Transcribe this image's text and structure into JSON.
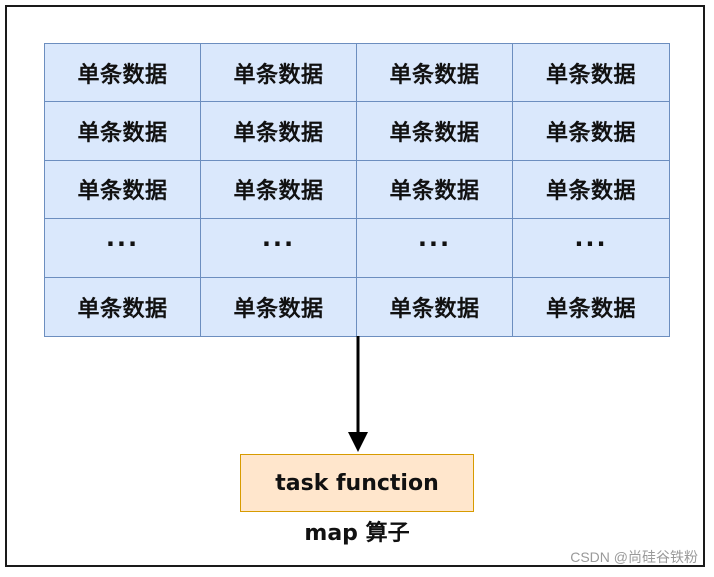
{
  "diagram": {
    "grid": {
      "rows": [
        [
          "单条数据",
          "单条数据",
          "单条数据",
          "单条数据"
        ],
        [
          "单条数据",
          "单条数据",
          "单条数据",
          "单条数据"
        ],
        [
          "单条数据",
          "单条数据",
          "单条数据",
          "单条数据"
        ],
        [
          "···",
          "···",
          "···",
          "···"
        ],
        [
          "单条数据",
          "单条数据",
          "单条数据",
          "单条数据"
        ]
      ]
    },
    "task_box": {
      "label": "task function"
    },
    "caption": "map 算子",
    "watermark": "CSDN @尚硅谷铁粉",
    "colors": {
      "grid_fill": "#dae8fc",
      "grid_stroke": "#6c8ebf",
      "task_fill": "#ffe6cc",
      "task_stroke": "#d79b00",
      "arrow": "#000000"
    }
  }
}
